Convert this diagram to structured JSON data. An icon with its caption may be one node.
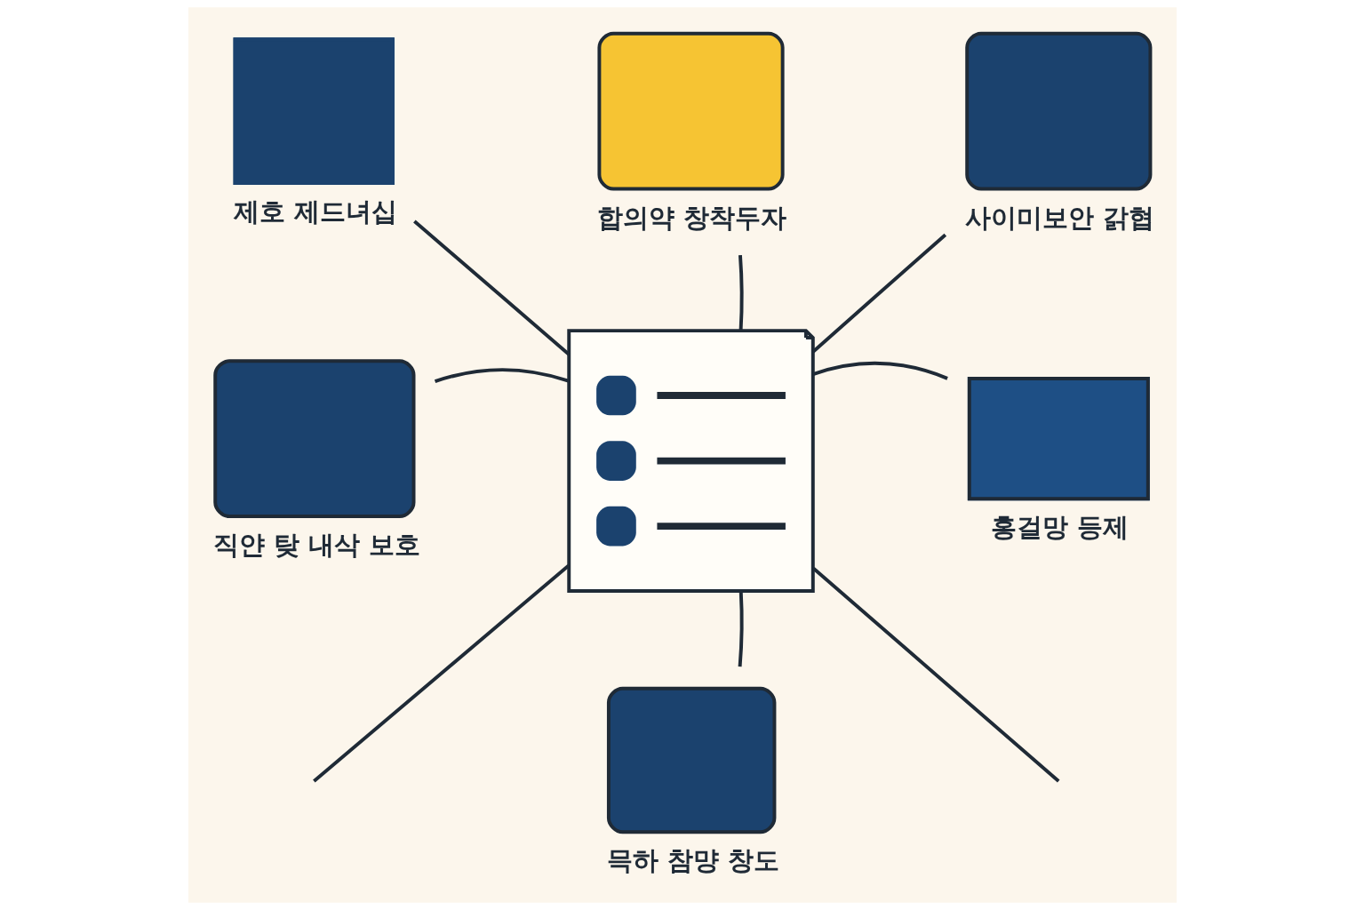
{
  "diagram": {
    "nodes": [
      {
        "text": [
          "합의약 창착두자"
        ]
      },
      {
        "text": [
          "제호 제드녀십"
        ]
      },
      {
        "text": [
          "사이미보안 갉협"
        ]
      },
      {
        "text": [],
        "shape": "document"
      },
      {
        "text": [
          "직얀 탖 내삭 보호"
        ]
      },
      {
        "text": [
          "홍걸망 등제"
        ]
      },
      {
        "text": [
          "믁하 참먕 창도"
        ]
      }
    ],
    "edges": [
      {
        "from": 3,
        "to": 0,
        "arrow": "none"
      },
      {
        "from": 3,
        "to": 1,
        "arrow": "none"
      },
      {
        "from": 3,
        "to": 2,
        "arrow": "none"
      },
      {
        "from": 3,
        "to": 4,
        "arrow": "none"
      },
      {
        "from": 3,
        "to": 5,
        "arrow": "none"
      },
      {
        "from": 3,
        "to": 6,
        "arrow": "none"
      },
      {
        "from": 3,
        "to": null,
        "arrow": "none"
      },
      {
        "from": 3,
        "to": null,
        "arrow": "none"
      }
    ]
  }
}
